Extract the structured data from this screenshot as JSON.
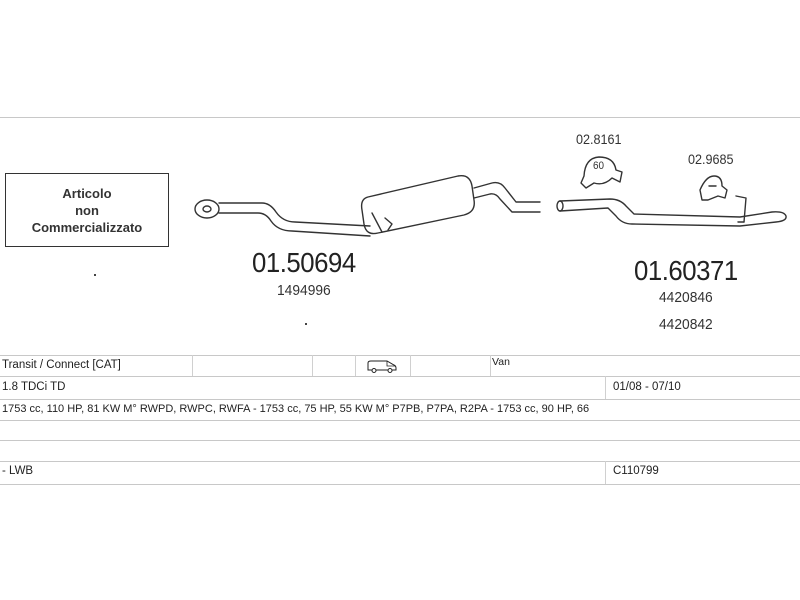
{
  "not_sold_box": {
    "lines": [
      "Articolo",
      "non",
      "Commercializzato"
    ]
  },
  "front_part": {
    "code": "01.50694",
    "oem": "1494996"
  },
  "rear_part": {
    "code": "01.60371",
    "oem_1": "4420846",
    "oem_2": "4420842"
  },
  "accessories": {
    "gasket": "02.8161",
    "gasket_label": "60",
    "clamp": "02.9685"
  },
  "table": {
    "row1": {
      "model": "Transit / Connect  [CAT]",
      "body_icon": "van-icon",
      "body_type": "Van"
    },
    "row2": {
      "engine": "1.8 TDCi TD",
      "years": "01/08 - 07/10"
    },
    "row3": {
      "details": "1753 cc, 110 HP, 81 KW M° RWPD, RWPC, RWFA - 1753 cc, 75 HP, 55 KW M° P7PB, P7PA, R2PA - 1753 cc, 90 HP, 66"
    },
    "row5": {
      "variant": "- LWB",
      "ref": "C110799"
    }
  }
}
